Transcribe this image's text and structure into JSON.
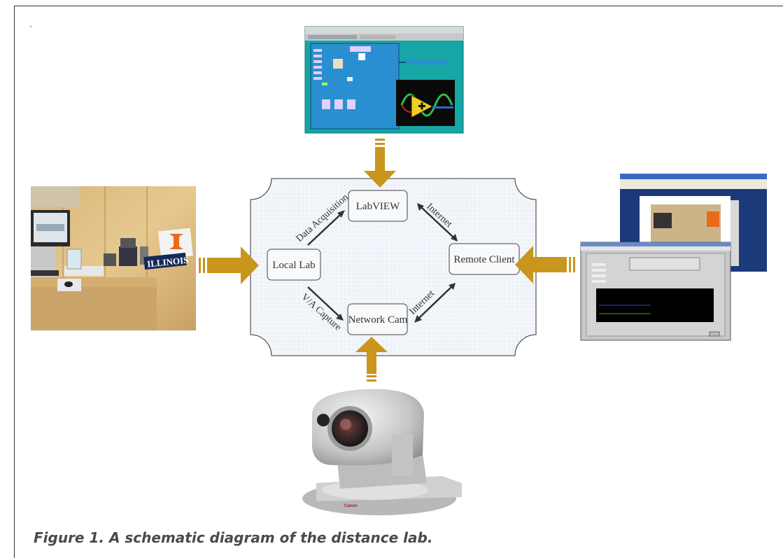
{
  "diagram": {
    "nodes": {
      "labview": "LabVIEW",
      "local_lab": "Local Lab",
      "remote_client": "Remote Client",
      "network_cam": "Network Cam"
    },
    "edges": {
      "data_acquisition": "Data Acquisition",
      "va_capture": "V/A Capture",
      "internet_top": "Internet",
      "internet_bottom": "Internet"
    }
  },
  "photo": {
    "illinois_sign": "ILLINOIS",
    "camera_brand": "Canon"
  },
  "caption": "Figure 1. A schematic diagram of the distance lab.",
  "colors": {
    "arrow_gold": "#c9951c",
    "panel_bg": "#eef3f8",
    "labview_blue": "#1f9ad6",
    "labview_teal": "#009a9a"
  }
}
